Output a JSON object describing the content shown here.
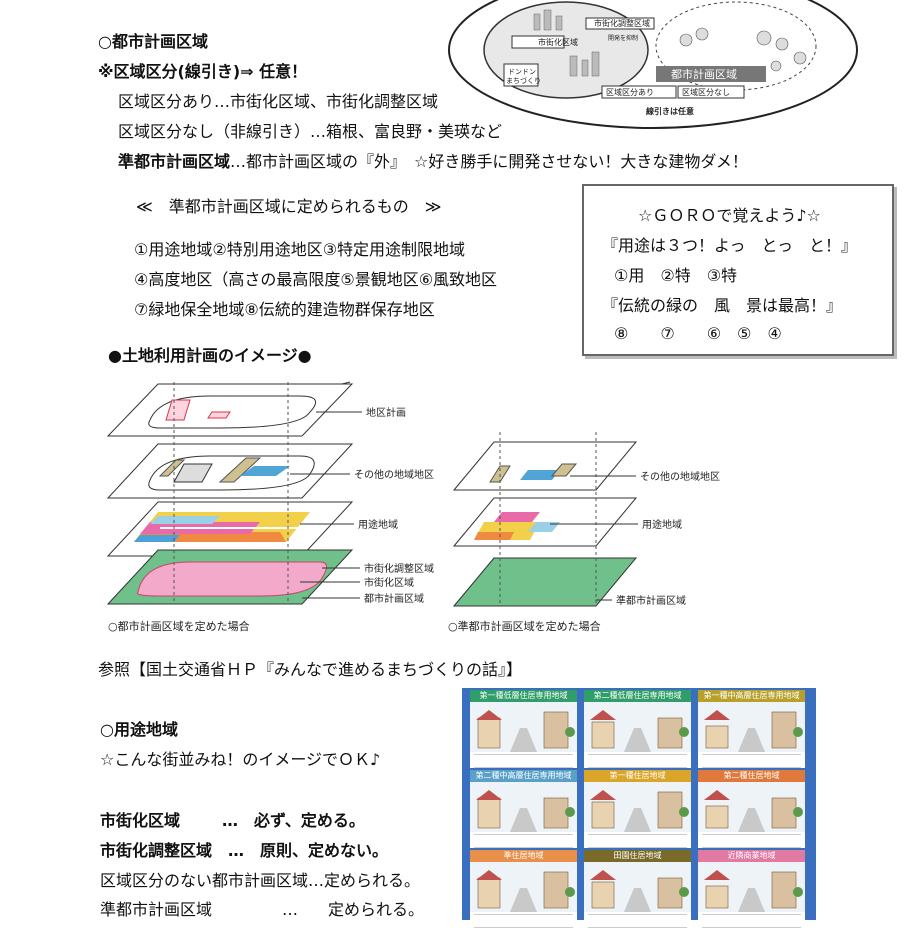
{
  "diagram_top": {
    "labels": {
      "shigaika": "市街化区域",
      "chosei": "市街化調整区域",
      "chosei_sub": "開発を抑制",
      "dondon": "ドンドン",
      "machidukuri": "まちづくり",
      "toshikeikaku": "都市計画区域",
      "kubun_ari": "区域区分あり",
      "kubun_nashi": "区域区分なし",
      "senbiki": "線引きは任意"
    }
  },
  "section1": {
    "heading": "○都市計画区域",
    "line2": "※区域区分(線引き)⇒ 任意！",
    "line3": "区域区分あり…市街化区域、市街化調整区域",
    "line4": "区域区分なし（非線引き）…箱根、富良野・美瑛など",
    "line5_bold": "準都市計画区域",
    "line5_rest": "…都市計画区域の『外』　☆好き勝手に開発させない！大きな建物ダメ！"
  },
  "list_block": {
    "header": "≪　準都市計画区域に定められるもの　≫",
    "items": [
      "①用途地域②特別用途地区③特定用途制限地域",
      "④高度地区（高さの最高限度⑤景観地区⑥風致地区",
      "⑦緑地保全地域⑧伝統的建造物群保存地区"
    ]
  },
  "goro_box": {
    "title": "☆ＧＯＲＯで覚えよう♪☆",
    "line1": "『用途は３つ！よっ　とっ　と！』",
    "line2": "①用　②特　③特",
    "line3": "『伝統の緑の　風　景は最高！』",
    "line4": "⑧　　⑦　　⑥　⑤　④"
  },
  "land_use": {
    "title": "●土地利用計画のイメージ●",
    "left_labels": [
      "地区計画",
      "その他の地域地区",
      "用途地域",
      "市街化調整区域",
      "市街化区域",
      "都市計画区域"
    ],
    "left_caption": "○都市計画区域を定めた場合",
    "right_labels": [
      "その他の地域地区",
      "用途地域",
      "準都市計画区域"
    ],
    "right_caption": "○準都市計画区域を定めた場合"
  },
  "reference": "参照【国土交通省ＨＰ『みんなで進めるまちづくりの話』】",
  "youto": {
    "heading": "○用途地域",
    "note": "☆こんな街並みね！のイメージでＯＫ♪",
    "rows": [
      {
        "label": "市街化区域",
        "sep": "…",
        "value": "必ず、定める。",
        "bold": true
      },
      {
        "label": "市街化調整区域",
        "sep": "…",
        "value": "原則、定めない。",
        "bold": true
      },
      {
        "label": "区域区分のない都市計画区域…定められる。",
        "sep": "",
        "value": "",
        "bold": false
      },
      {
        "label": "準都市計画区域",
        "sep": "…",
        "value": "定められる。",
        "bold": false
      }
    ]
  },
  "zone_cards": {
    "items": [
      {
        "name": "第一種低層住居専用地域",
        "color": "#2f9e6a"
      },
      {
        "name": "第二種低層住居専用地域",
        "color": "#2f9e6a"
      },
      {
        "name": "第一種中高層住居専用地域",
        "color": "#b8a12a"
      },
      {
        "name": "第二種中高層住居専用地域",
        "color": "#5aa0c8"
      },
      {
        "name": "第一種住居地域",
        "color": "#d9a62a"
      },
      {
        "name": "第二種住居地域",
        "color": "#e07a3c"
      },
      {
        "name": "準住居地域",
        "color": "#e8904a"
      },
      {
        "name": "田園住居地域",
        "color": "#7a6a2a"
      },
      {
        "name": "近隣商業地域",
        "color": "#e07aa0"
      }
    ]
  }
}
